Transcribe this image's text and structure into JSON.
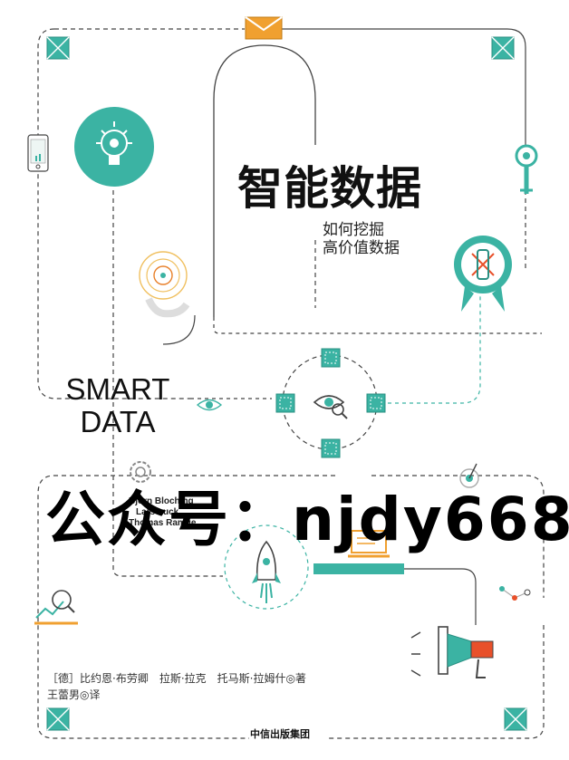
{
  "cover": {
    "title_cn": "智能数据",
    "subtitle_lines": [
      "如何挖掘",
      "高价值数据"
    ],
    "title_en_lines": [
      "SMART",
      "DATA"
    ],
    "watermark": "公众号：njdy668",
    "authors_en": [
      "Björn Bloching",
      "Lars Luck",
      "Thomas Ramge"
    ],
    "credit_line1": "［德］比约恩·布劳卿　拉斯·拉克　托马斯·拉姆什◎著",
    "credit_line2": "王蕾男◎译",
    "publisher": "中信出版集团"
  },
  "colors": {
    "teal": "#3bb3a3",
    "teal_dark": "#2a8f82",
    "orange": "#f0a030",
    "red_orange": "#e8502a",
    "line_gray": "#444444",
    "light_bg": "#eef6f4"
  },
  "icons": [
    "envelope-icon",
    "lightbulb-gear-icon",
    "smartphone-icon",
    "wrench-gear-icon",
    "fingerprint-icon",
    "rocket-badge-icon",
    "eye-magnifier-icon",
    "small-eye-icon",
    "gear-icon",
    "target-arrow-icon",
    "rocket-icon",
    "laptop-icon",
    "chart-magnifier-icon",
    "network-nodes-icon",
    "megaphone-icon",
    "corner-square-icon"
  ]
}
